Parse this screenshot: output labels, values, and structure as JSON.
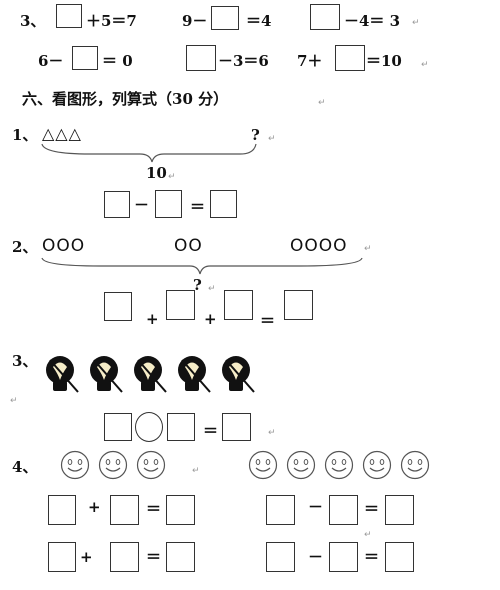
{
  "line1": {
    "num": "3、",
    "a": "＋5＝7",
    "b1": "9－",
    "b2": "＝4",
    "c": "－4＝ 3"
  },
  "line2": {
    "a1": "6－",
    "a2": "＝ 0",
    "b": "－3＝6",
    "c1": "7＋",
    "c2": "＝10"
  },
  "section": {
    "title": "六、看图形，列算式（30 分）"
  },
  "q1": {
    "num": "1、",
    "shapes": "△△△",
    "question": "?",
    "total": "10",
    "minus": "－",
    "eq": "＝"
  },
  "q2": {
    "num": "2、",
    "g1": "OOO",
    "g2": "OO",
    "g3": "OOOO",
    "question": "?",
    "plus": "+",
    "eq": "＝"
  },
  "q3": {
    "num": "3、",
    "eq": "＝"
  },
  "q4": {
    "num": "4、",
    "r1_plus": "+",
    "r1_eq": "＝",
    "r1_minus": "－",
    "r1_eq2": "＝",
    "r2_plus": "+",
    "r2_eq": "＝",
    "r2_minus": "－",
    "r2_eq2": "＝"
  },
  "icons": {
    "paragraph_mark": "↵",
    "bulb": "bulb-icon",
    "smiley": "smiley-icon"
  }
}
